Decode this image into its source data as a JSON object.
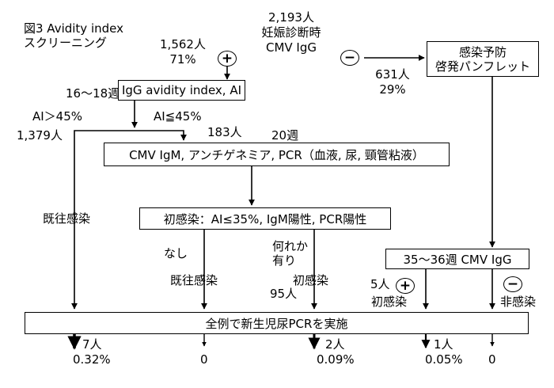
{
  "title": {
    "line1": "図3  Avidity index",
    "line2": "スクリーニング"
  },
  "start": {
    "count": "2,193人",
    "label1": "妊娠診断時",
    "label2": "CMV IgG"
  },
  "positive_branch": {
    "symbol": "+",
    "count": "1,562人",
    "pct": "71%"
  },
  "negative_branch": {
    "symbol": "−",
    "count": "631人",
    "pct": "29%"
  },
  "boxes": {
    "pamphlet_line1": "感染予防",
    "pamphlet_line2": "啓発パンフレット",
    "avidity": "IgG avidity index, AI",
    "cmv_tests": "CMV IgM, アンチゲネミア, PCR（血液, 尿, 頸管粘液）",
    "primary_criteria": "初感染：AI≤35%, IgM陽性, PCR陽性",
    "late_igg": "35～36週 CMV IgG",
    "newborn_pcr": "全例で新生児尿PCRを実施"
  },
  "labels": {
    "weeks_16_18": "16～18週",
    "ai_high": "AI＞45%",
    "ai_low": "AI≦45%",
    "high_count": "1,379人",
    "low_count": "183人",
    "weeks_20": "20週",
    "past_infection_left": "既往感染",
    "none": "なし",
    "past_infection_mid": "既往感染",
    "any1": "何れか",
    "any2": "有り",
    "primary_mid": "初感染",
    "primary_mid_count": "95人",
    "late_pos_symbol": "+",
    "late_pos_count": "5人",
    "late_pos_label": "初感染",
    "late_neg_symbol": "−",
    "late_neg_label": "非感染"
  },
  "results": [
    {
      "count": "7人",
      "pct": "0.32%"
    },
    {
      "count": "",
      "pct": "0"
    },
    {
      "count": "2人",
      "pct": "0.09%"
    },
    {
      "count": "1人",
      "pct": "0.05%"
    },
    {
      "count": "",
      "pct": "0"
    }
  ]
}
